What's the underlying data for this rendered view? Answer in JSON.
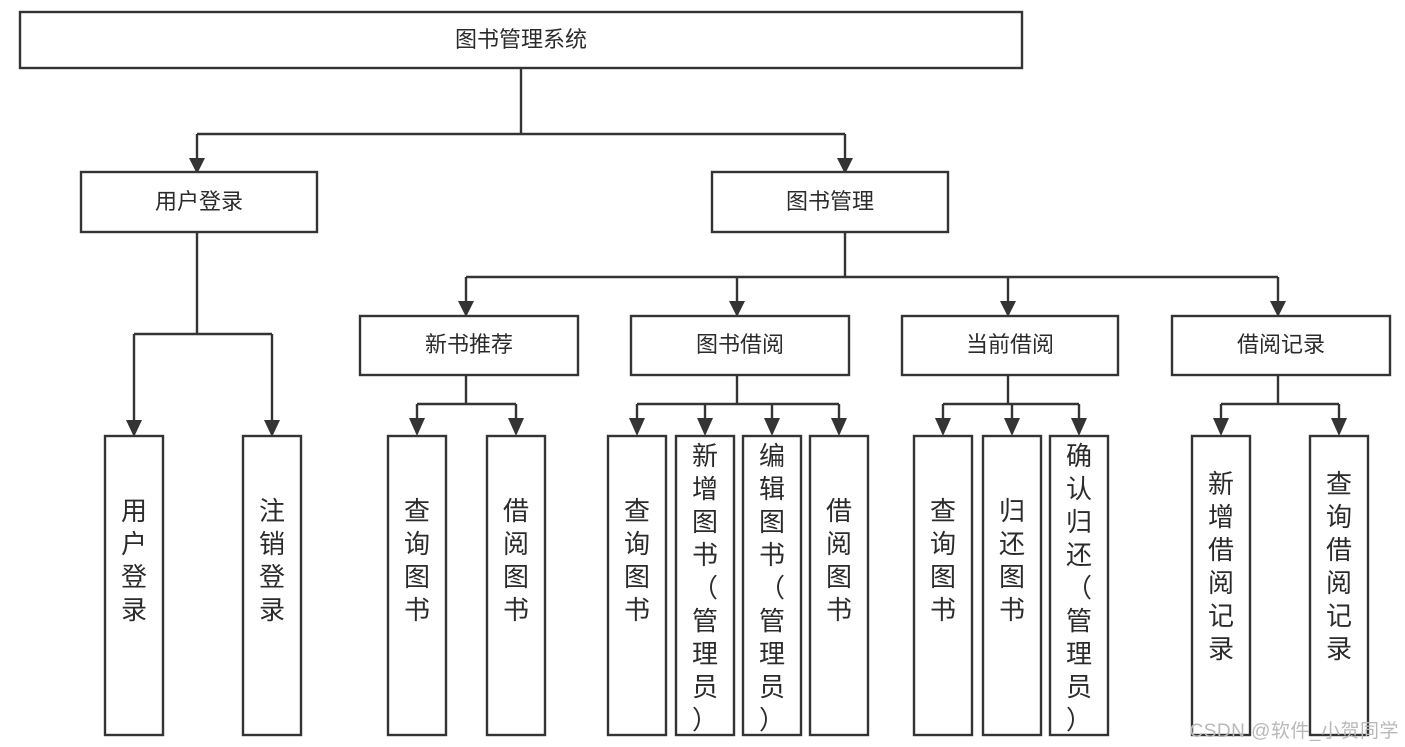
{
  "diagram": {
    "title_node": {
      "id": "root",
      "label": "图书管理系统"
    },
    "level2": [
      {
        "id": "user-login",
        "label": "用户登录"
      },
      {
        "id": "book-manage",
        "label": "图书管理"
      }
    ],
    "level3": [
      {
        "id": "new-book-rec",
        "label": "新书推荐"
      },
      {
        "id": "book-borrow",
        "label": "图书借阅"
      },
      {
        "id": "current-borrow",
        "label": "当前借阅"
      },
      {
        "id": "borrow-record",
        "label": "借阅记录"
      }
    ],
    "leaves": {
      "user_login": [
        {
          "id": "leaf-user-login",
          "label": "用户登录"
        },
        {
          "id": "leaf-logout-login",
          "label": "注销登录"
        }
      ],
      "new_book_rec": [
        {
          "id": "leaf-query-book-1",
          "label": "查询图书"
        },
        {
          "id": "leaf-borrow-book-1",
          "label": "借阅图书"
        }
      ],
      "book_borrow": [
        {
          "id": "leaf-query-book-2",
          "label": "查询图书"
        },
        {
          "id": "leaf-add-book",
          "label": "新增图书（管理员）"
        },
        {
          "id": "leaf-edit-book",
          "label": "编辑图书（管理员）"
        },
        {
          "id": "leaf-borrow-book-2",
          "label": "借阅图书"
        }
      ],
      "current_borrow": [
        {
          "id": "leaf-query-book-3",
          "label": "查询图书"
        },
        {
          "id": "leaf-return-book",
          "label": "归还图书"
        },
        {
          "id": "leaf-confirm-return",
          "label": "确认归还（管理员）"
        }
      ],
      "borrow_record": [
        {
          "id": "leaf-add-record",
          "label": "新增借阅记录"
        },
        {
          "id": "leaf-query-record",
          "label": "查询借阅记录"
        }
      ]
    },
    "watermark": "CSDN @软件_小贺同学",
    "colors": {
      "box_stroke": "#343434",
      "box_fill": "#ffffff",
      "text": "#2b2b2b",
      "watermark": "#b9b9b9",
      "background": "#ffffff"
    }
  }
}
